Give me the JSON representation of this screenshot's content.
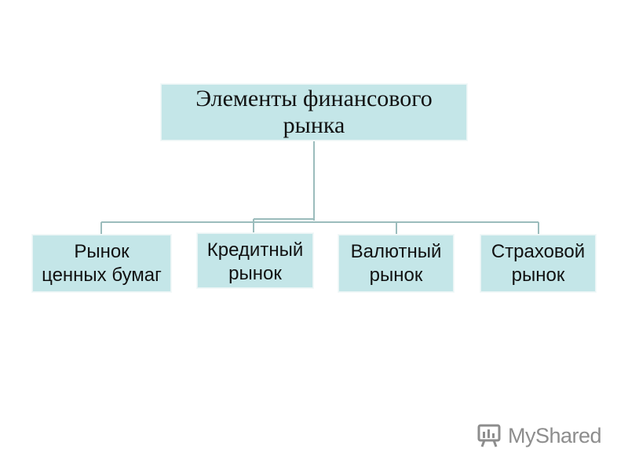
{
  "diagram": {
    "root": {
      "label": "Элементы финансового\nрынка"
    },
    "children": [
      {
        "label": "Рынок\nценных бумаг"
      },
      {
        "label": "Кредитный\nрынок"
      },
      {
        "label": "Валютный\nрынок"
      },
      {
        "label": "Страховой\nрынок"
      }
    ],
    "colors": {
      "box_fill": "#c4e6e8",
      "connector": "#9bbcbc",
      "text": "#111111"
    }
  },
  "watermark": {
    "brand_text": "MyShared",
    "icon": "presentation-board-icon"
  }
}
